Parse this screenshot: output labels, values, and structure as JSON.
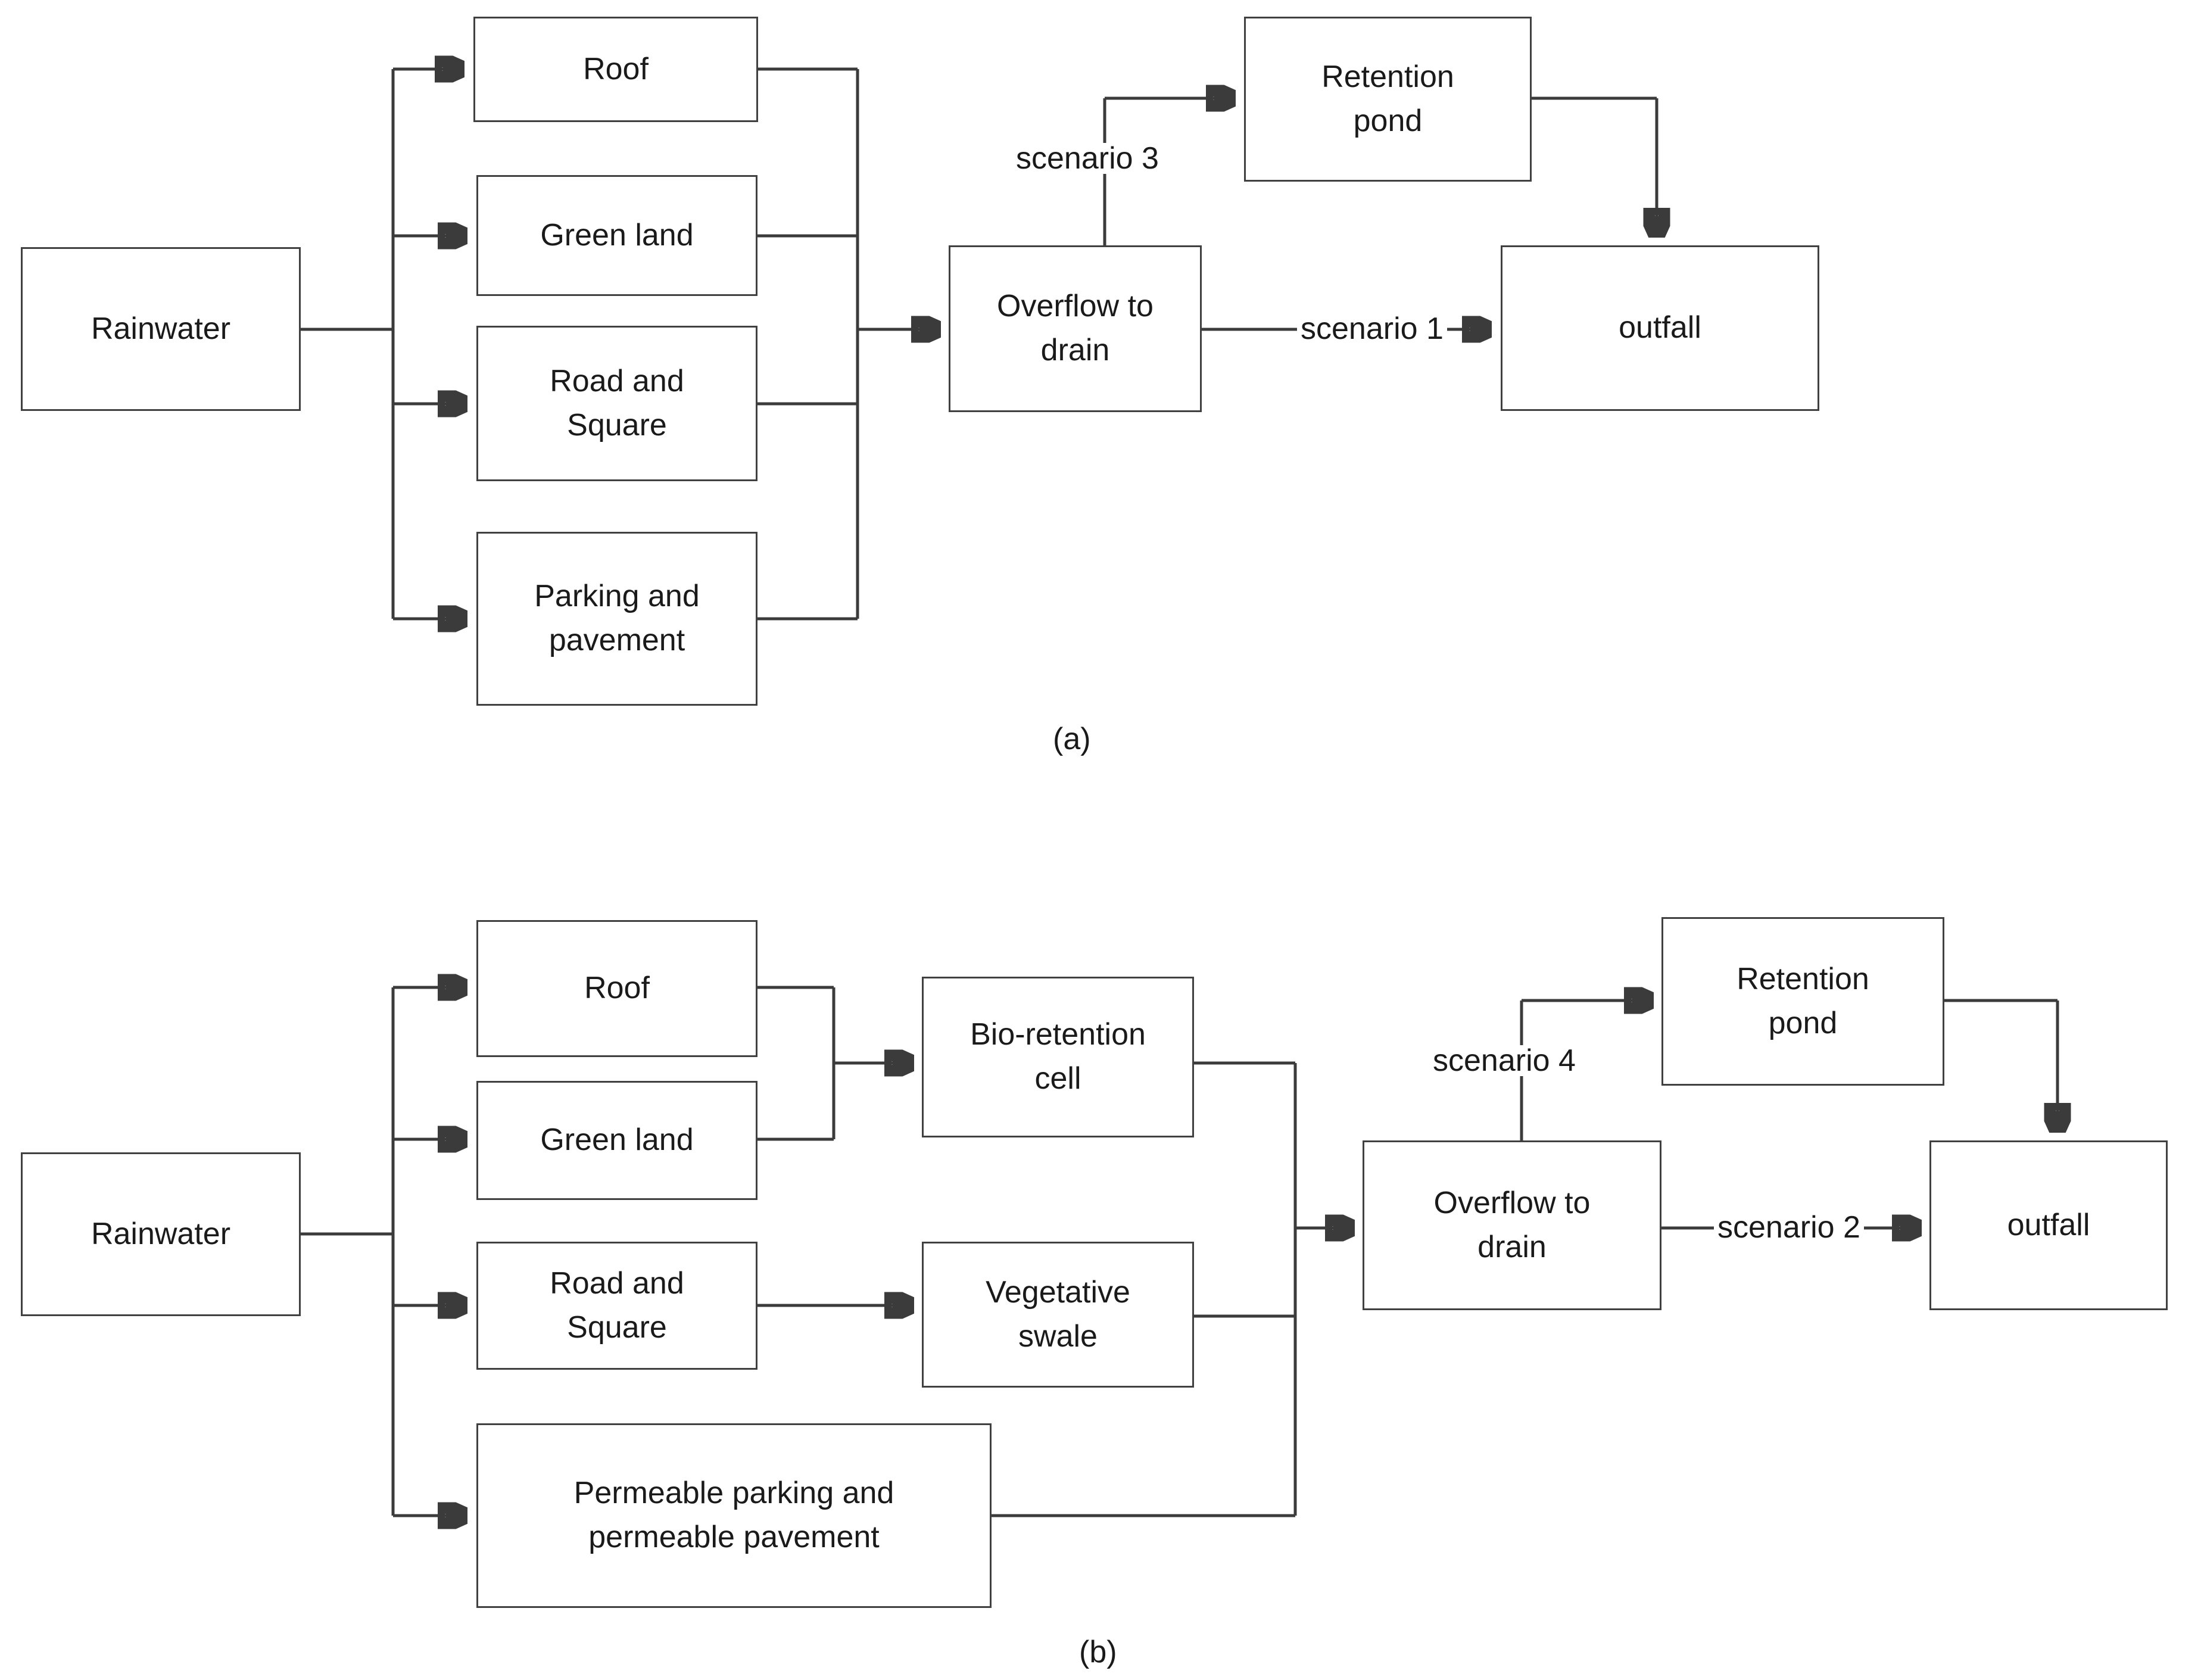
{
  "figure": {
    "panels": [
      {
        "id": "a",
        "caption": "(a)",
        "nodes": {
          "rainwater": "Rainwater",
          "roof": "Roof",
          "green_land": "Green land",
          "road_and_square": "Road and\nSquare",
          "parking_and_pavement": "Parking and\npavement",
          "overflow_to_drain": "Overflow to\ndrain",
          "retention_pond": "Retention\npond",
          "outfall": "outfall"
        },
        "edge_labels": {
          "scenario_3": "scenario 3",
          "scenario_1": "scenario 1"
        }
      },
      {
        "id": "b",
        "caption": "(b)",
        "nodes": {
          "rainwater": "Rainwater",
          "roof": "Roof",
          "green_land": "Green land",
          "road_and_square": "Road and\nSquare",
          "permeable_parking_and_pavement": "Permeable parking and\npermeable pavement",
          "bio_retention_cell": "Bio-retention\ncell",
          "vegetative_swale": "Vegetative\nswale",
          "overflow_to_drain": "Overflow to\ndrain",
          "retention_pond": "Retention\npond",
          "outfall": "outfall"
        },
        "edge_labels": {
          "scenario_4": "scenario 4",
          "scenario_2": "scenario 2"
        }
      }
    ],
    "colors": {
      "stroke": "#3b3b3b",
      "box_border": "#404040",
      "text": "#1a1a1a",
      "background": "#ffffff"
    }
  }
}
